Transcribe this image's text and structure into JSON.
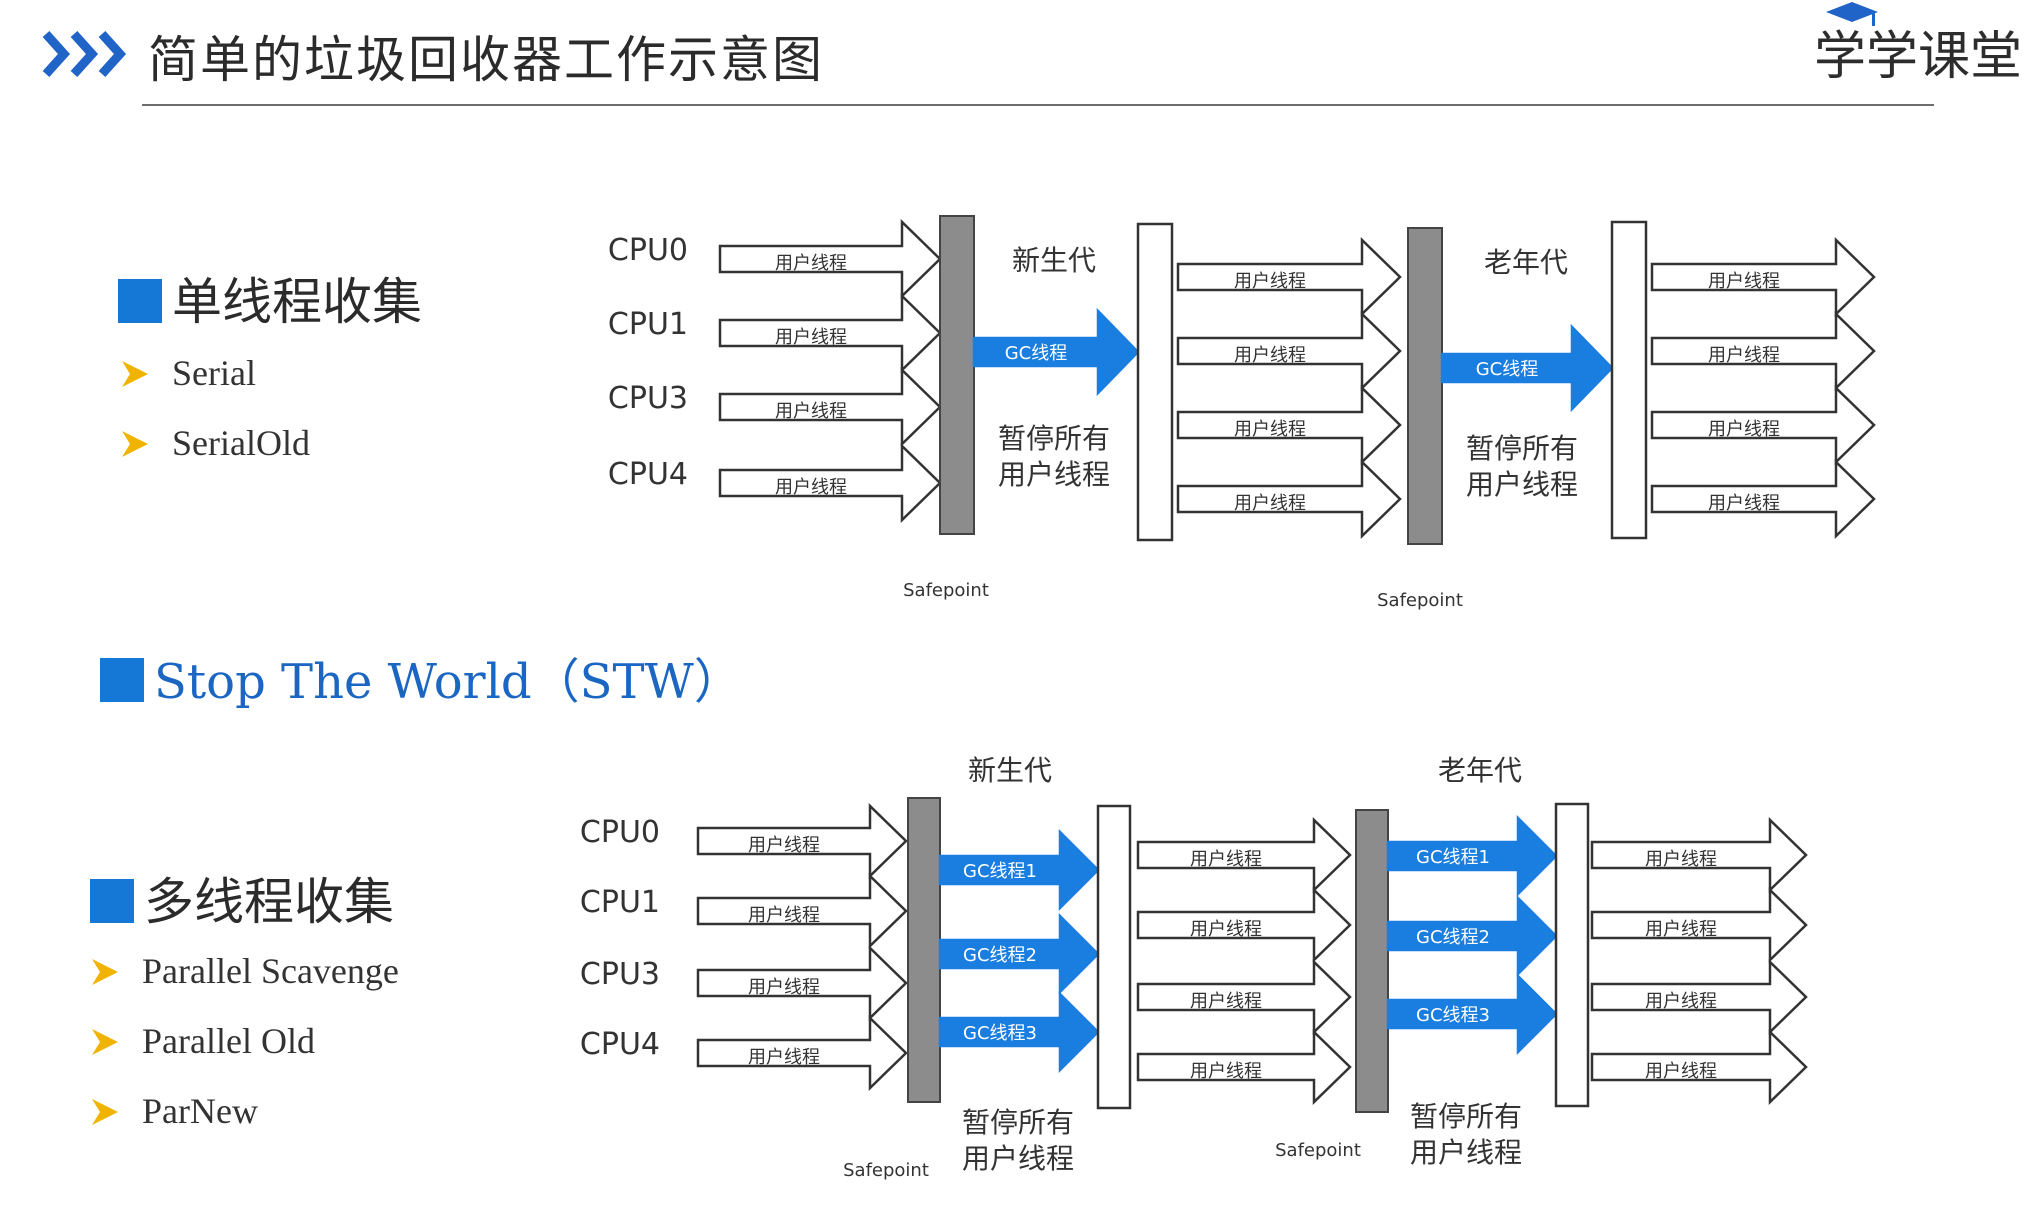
{
  "header": {
    "title": "简单的垃圾回收器工作示意图",
    "logo_text": "学学课堂"
  },
  "colors": {
    "accent": "#1577d6",
    "gc_arrow": "#1a7ee0",
    "gray_bar": "#8c8c8c"
  },
  "single": {
    "title": "单线程收集",
    "items": [
      "Serial",
      "SerialOld"
    ]
  },
  "stw_label": "Stop The World（STW）",
  "multi": {
    "title": "多线程收集",
    "items": [
      "Parallel Scavenge",
      "Parallel Old",
      "ParNew"
    ]
  },
  "diagram_top": {
    "cpus": [
      "CPU0",
      "CPU1",
      "CPU3",
      "CPU4"
    ],
    "user_thread": "用户线程",
    "young_label": "新生代",
    "old_label": "老年代",
    "gc_threads": [
      "GC线程"
    ],
    "pause_line1": "暂停所有",
    "pause_line2": "用户线程",
    "safepoint": "Safepoint"
  },
  "diagram_bottom": {
    "cpus": [
      "CPU0",
      "CPU1",
      "CPU3",
      "CPU4"
    ],
    "user_thread": "用户线程",
    "young_label": "新生代",
    "old_label": "老年代",
    "gc_threads": [
      "GC线程1",
      "GC线程2",
      "GC线程3"
    ],
    "pause_line1": "暂停所有",
    "pause_line2": "用户线程",
    "safepoint": "Safepoint"
  }
}
